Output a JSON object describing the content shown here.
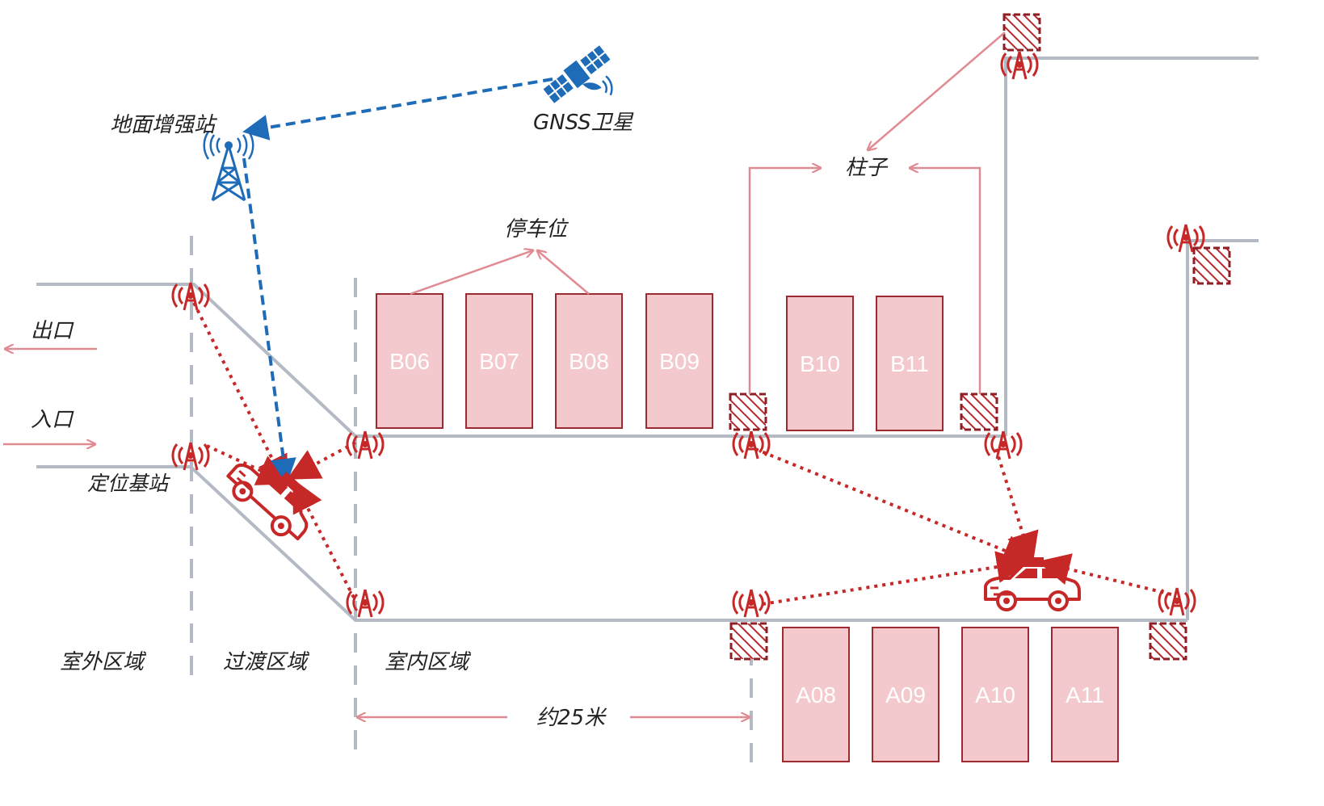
{
  "labels": {
    "ground_station": "地面增强站",
    "gnss_satellite": "GNSS卫星",
    "pillar": "柱子",
    "parking_space": "停车位",
    "exit": "出口",
    "entrance": "入口",
    "base_station": "定位基站",
    "outdoor_zone": "室外区域",
    "transition_zone": "过渡区域",
    "indoor_zone": "室内区域",
    "distance": "约25米"
  },
  "slots_top": [
    "B06",
    "B07",
    "B08",
    "B09",
    "B10",
    "B11"
  ],
  "slots_bottom": [
    "A08",
    "A09",
    "A10",
    "A11"
  ],
  "colors": {
    "wall": "#b4bac4",
    "slot_fill": "#f4c9cd",
    "slot_border": "#9b2a31",
    "signal_red": "#c62828",
    "gnss_blue": "#1e6bb8",
    "pillar_link": "#e08b92"
  },
  "icons": {
    "satellite": "satellite-icon",
    "tower": "antenna-tower-icon",
    "base_station": "radio-beacon-icon",
    "car": "car-icon",
    "pillar": "hatched-pillar-icon"
  }
}
